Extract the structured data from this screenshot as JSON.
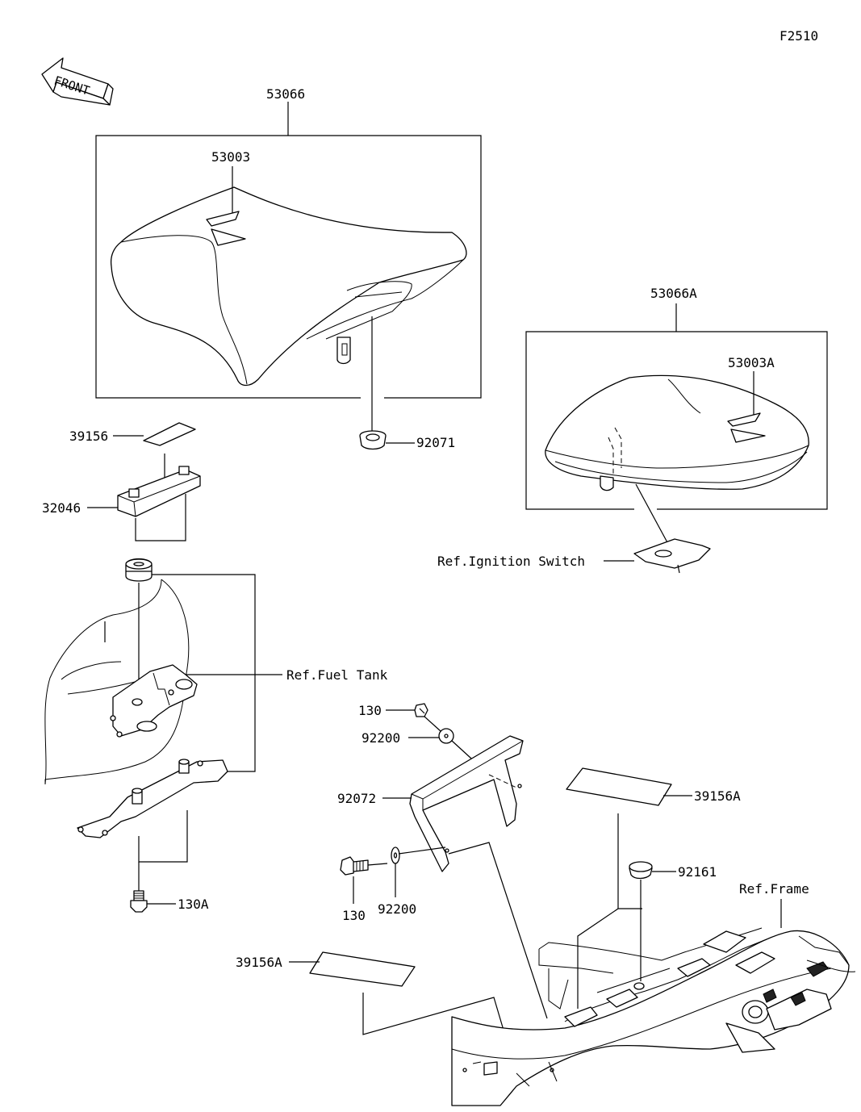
{
  "figure_code": "F2510",
  "front_arrow_label": "FRONT",
  "callouts": {
    "seat_assy": "53066",
    "seat_cover": "53003",
    "rear_seat_assy": "53066A",
    "rear_seat_cover": "53003A",
    "grommet": "92071",
    "label_39156": "39156",
    "holder_32046": "32046",
    "ref_fuel_tank": "Ref.Fuel Tank",
    "ref_ignition_switch": "Ref.Ignition Switch",
    "bolt_130A": "130A",
    "bolt_130_top": "130",
    "washer_92200_top": "92200",
    "bracket_92072": "92072",
    "label_39156A_right": "39156A",
    "cap_92161": "92161",
    "ref_frame": "Ref.Frame",
    "bolt_130_bottom": "130",
    "washer_92200_bottom": "92200",
    "label_39156A_left": "39156A"
  }
}
